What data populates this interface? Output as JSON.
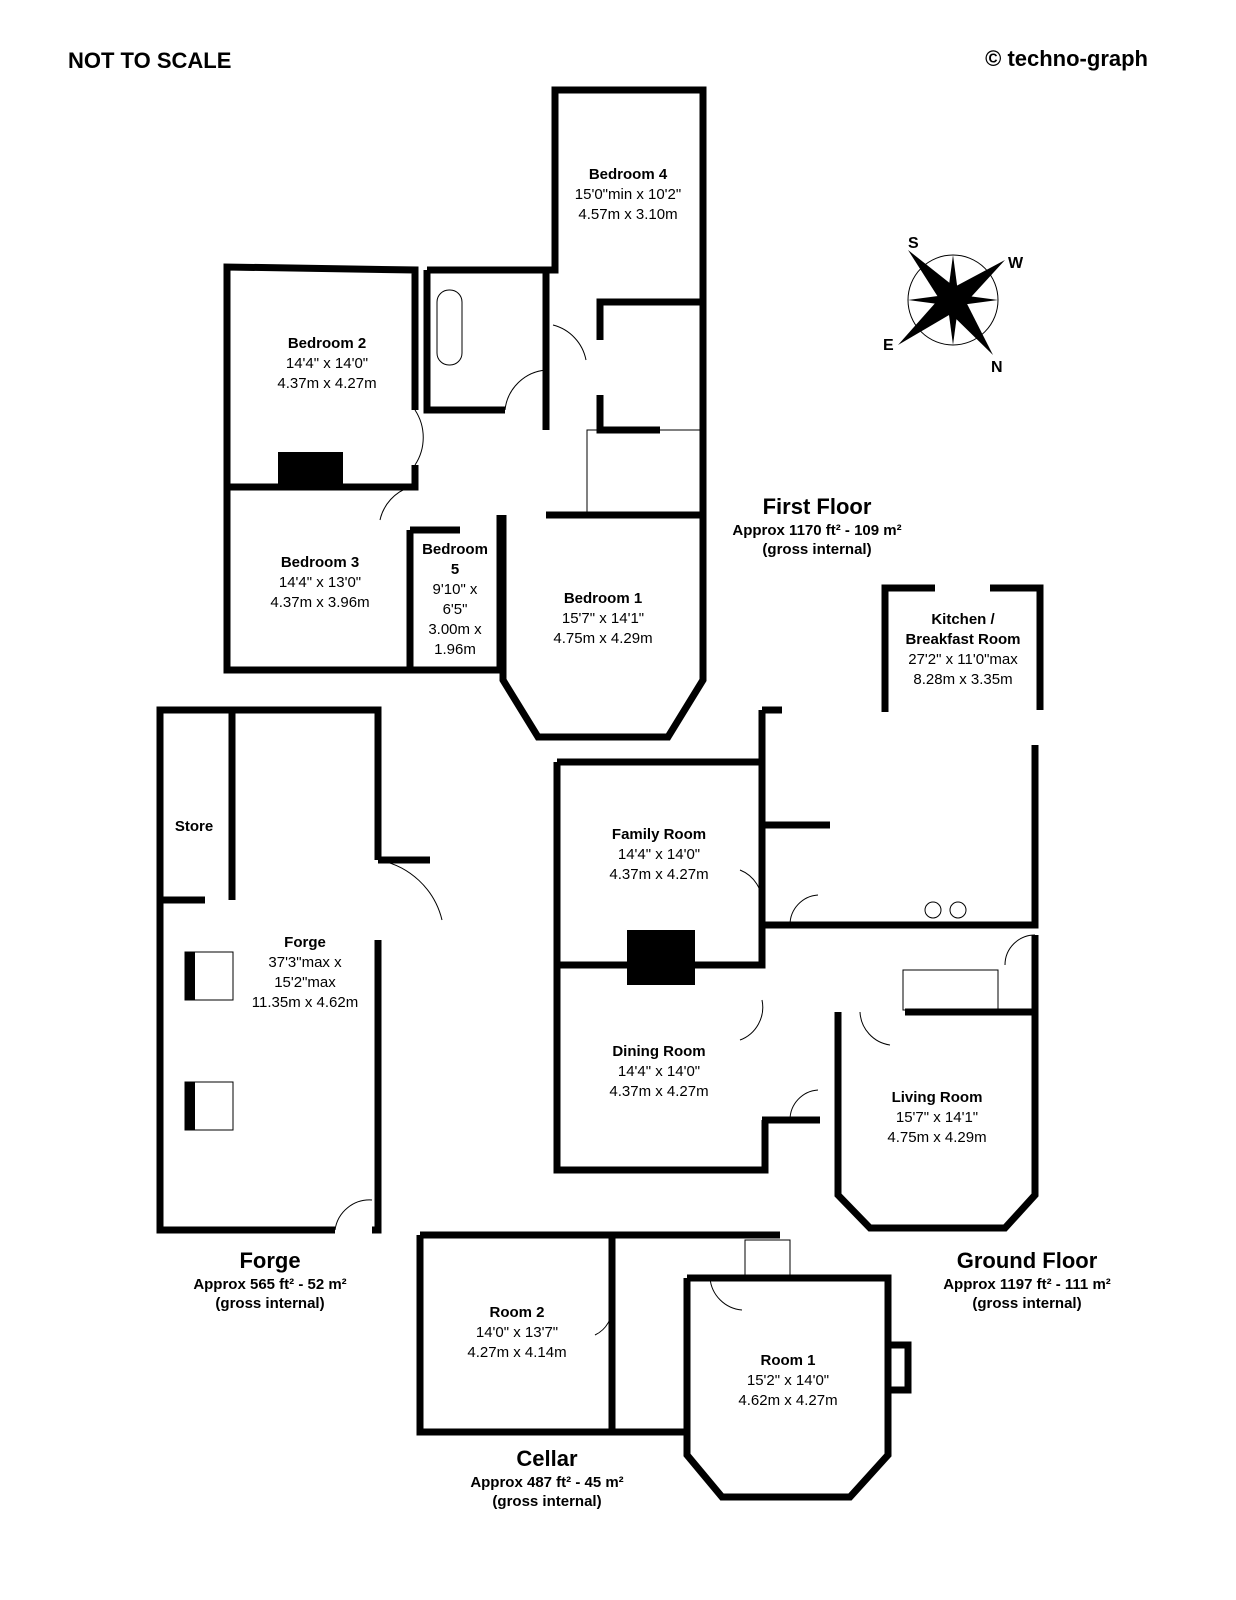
{
  "header": {
    "scale_note": "NOT TO SCALE",
    "copyright": "© techno-graph"
  },
  "compass": {
    "labels": [
      "S",
      "W",
      "E",
      "N"
    ]
  },
  "floors": [
    {
      "name": "First Floor",
      "area": "Approx 1170 ft² - 109 m²",
      "note": "(gross internal)"
    },
    {
      "name": "Ground Floor",
      "area": "Approx 1197 ft² - 111 m²",
      "note": "(gross internal)"
    },
    {
      "name": "Forge",
      "area": "Approx 565 ft² - 52 m²",
      "note": "(gross internal)"
    },
    {
      "name": "Cellar",
      "area": "Approx 487 ft² - 45 m²",
      "note": "(gross internal)"
    }
  ],
  "rooms": {
    "bedroom4": {
      "name": "Bedroom 4",
      "imperial": "15'0\"min x 10'2\"",
      "metric": "4.57m x 3.10m"
    },
    "bedroom2": {
      "name": "Bedroom 2",
      "imperial": "14'4\" x 14'0\"",
      "metric": "4.37m x 4.27m"
    },
    "bedroom3": {
      "name": "Bedroom 3",
      "imperial": "14'4\" x 13'0\"",
      "metric": "4.37m x 3.96m"
    },
    "bedroom5": {
      "name": "Bedroom 5",
      "name_l1": "Bedroom",
      "name_l2": "5",
      "imp_l1": "9'10\" x",
      "imp_l2": "6'5\"",
      "met_l1": "3.00m x",
      "met_l2": "1.96m"
    },
    "bedroom1": {
      "name": "Bedroom 1",
      "imperial": "15'7\" x 14'1\"",
      "metric": "4.75m x 4.29m"
    },
    "kitchen": {
      "name_l1": "Kitchen /",
      "name_l2": "Breakfast Room",
      "imperial": "27'2\" x 11'0\"max",
      "metric": "8.28m x 3.35m"
    },
    "family": {
      "name": "Family Room",
      "imperial": "14'4\" x 14'0\"",
      "metric": "4.37m x 4.27m"
    },
    "dining": {
      "name": "Dining Room",
      "imperial": "14'4\" x 14'0\"",
      "metric": "4.37m x 4.27m"
    },
    "living": {
      "name": "Living Room",
      "imperial": "15'7\" x 14'1\"",
      "metric": "4.75m x 4.29m"
    },
    "store": {
      "name": "Store"
    },
    "forge": {
      "name": "Forge",
      "imperial_l1": "37'3\"max x",
      "imperial_l2": "15'2\"max",
      "metric": "11.35m x 4.62m"
    },
    "cellar_room2": {
      "name": "Room 2",
      "imperial": "14'0\" x 13'7\"",
      "metric": "4.27m x 4.14m"
    },
    "cellar_room1": {
      "name": "Room 1",
      "imperial": "15'2\" x 14'0\"",
      "metric": "4.62m x 4.27m"
    }
  }
}
